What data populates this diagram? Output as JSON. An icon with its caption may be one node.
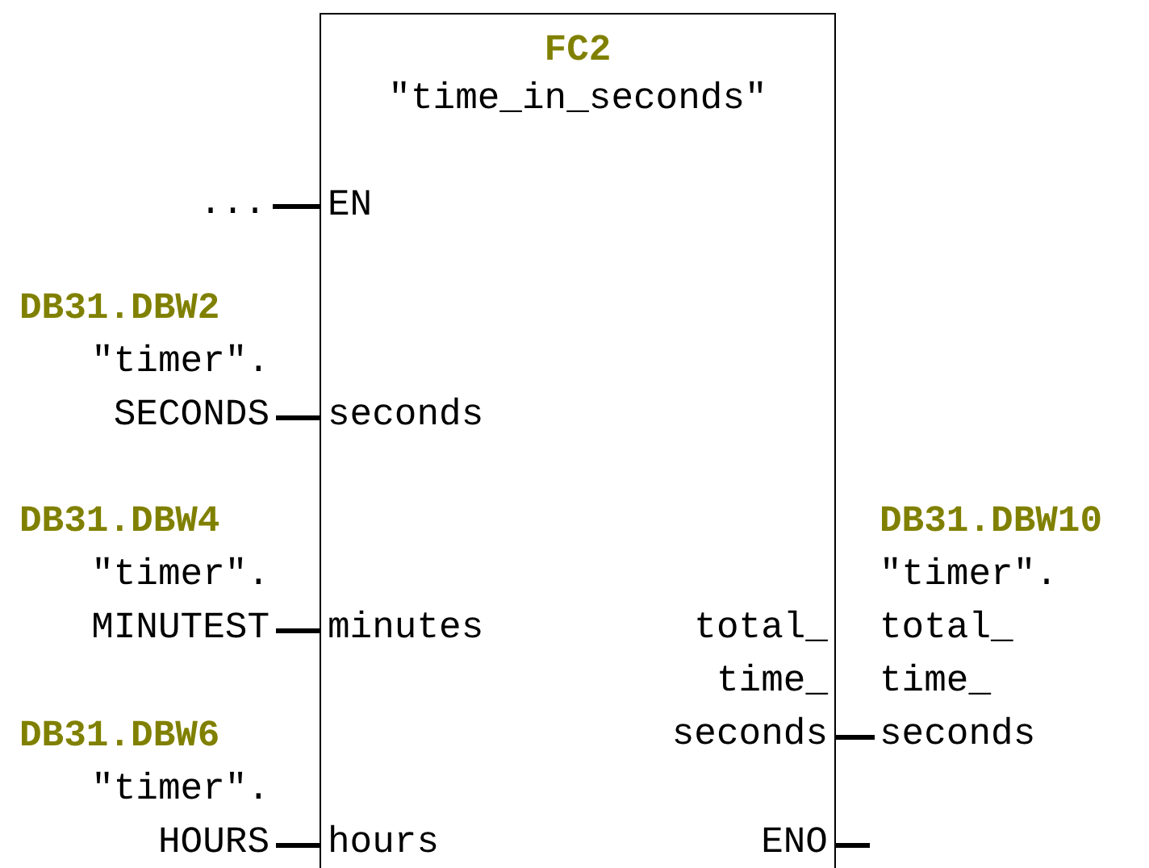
{
  "diagram": {
    "nodes": [
      {
        "text": [
          "FC2",
          "\"time_in_seconds\""
        ]
      },
      {
        "text": [
          "EN"
        ],
        "in": 0
      },
      {
        "text": [
          "seconds"
        ],
        "in": 0
      },
      {
        "text": [
          "minutes"
        ],
        "in": 0
      },
      {
        "text": [
          "hours"
        ],
        "in": 0
      },
      {
        "text": [
          "total_ time_ seconds"
        ],
        "in": 0
      },
      {
        "text": [
          "ENO"
        ],
        "in": 0
      },
      {
        "text": [
          "..."
        ]
      },
      {
        "text": [
          "DB31.DBW2",
          "\"timer\". SECONDS"
        ]
      },
      {
        "text": [
          "DB31.DBW4",
          "\"timer\". MINUTEST"
        ]
      },
      {
        "text": [
          "DB31.DBW6",
          "\"timer\". HOURS"
        ]
      },
      {
        "text": [
          "DB31.DBW10",
          "\"timer\". total_ time_ seconds"
        ]
      }
    ],
    "edges": [
      {
        "from": 7,
        "to": 1,
        "arrow": "none"
      },
      {
        "from": 8,
        "to": 2,
        "arrow": "none"
      },
      {
        "from": 9,
        "to": 3,
        "arrow": "none"
      },
      {
        "from": 10,
        "to": 4,
        "arrow": "none"
      },
      {
        "from": 5,
        "to": 11,
        "arrow": "none"
      },
      {
        "from": 6,
        "to": null,
        "arrow": "none"
      }
    ]
  }
}
